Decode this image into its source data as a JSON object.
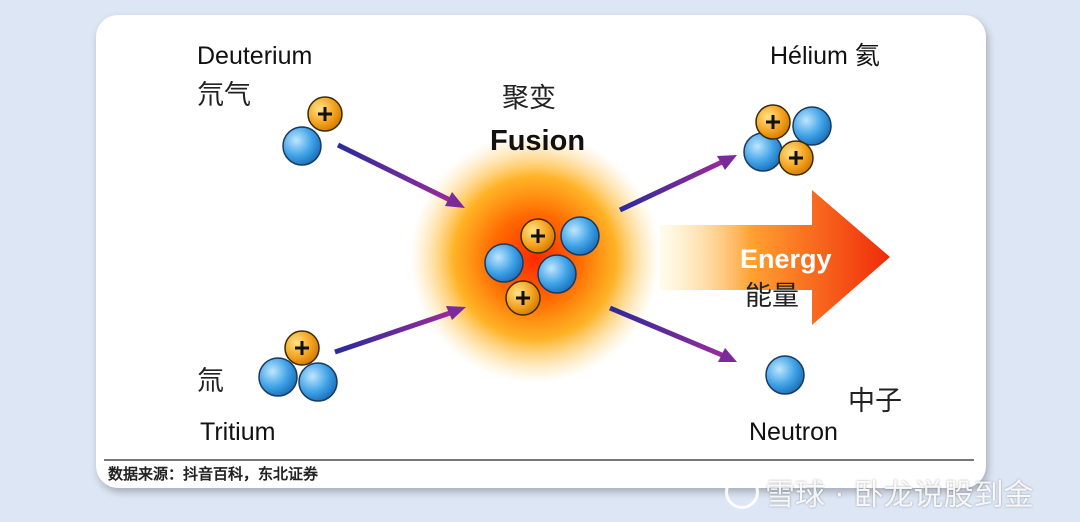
{
  "diagram": {
    "deuterium": {
      "en": "Deuterium",
      "cn": "氘气"
    },
    "tritium": {
      "en": "Tritium",
      "cn": "氚"
    },
    "fusion": {
      "en": "Fusion",
      "cn": "聚变"
    },
    "helium": {
      "en": "Hélium 氦"
    },
    "neutron": {
      "en": "Neutron",
      "cn": "中子"
    },
    "energy": {
      "en": "Energy",
      "cn": "能量"
    },
    "proton_symbol": "+"
  },
  "source": "数据来源：抖音百科，东北证券",
  "watermark": "雪球 · 卧龙说股到金",
  "colors": {
    "proton": "#f5a623",
    "neutron": "#4aa8e8",
    "arrow": "#5b2a9a",
    "energy": "#f03a10"
  }
}
